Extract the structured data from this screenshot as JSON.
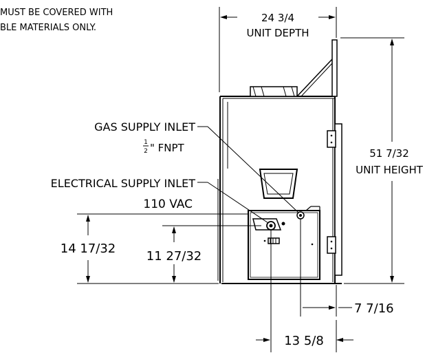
{
  "note": {
    "line1": "MUST BE COVERED WITH",
    "line2": "BLE MATERIALS ONLY."
  },
  "dimensions": {
    "unit_depth_value": "24 3/4",
    "unit_depth_label": "UNIT DEPTH",
    "unit_height_value": "51 7/32",
    "unit_height_label": "UNIT HEIGHT",
    "height_left_outer": "14 17/32",
    "height_left_inner": "11 27/32",
    "offset_right": "7 7/16",
    "width_bottom": "13 5/8"
  },
  "callouts": {
    "gas_inlet_title": "GAS SUPPLY INLET",
    "gas_inlet_frac_num": "1",
    "gas_inlet_frac_den": "2",
    "gas_inlet_spec": "\" FNPT",
    "electrical_inlet_title": "ELECTRICAL SUPPLY INLET",
    "electrical_inlet_spec": "110 VAC"
  }
}
